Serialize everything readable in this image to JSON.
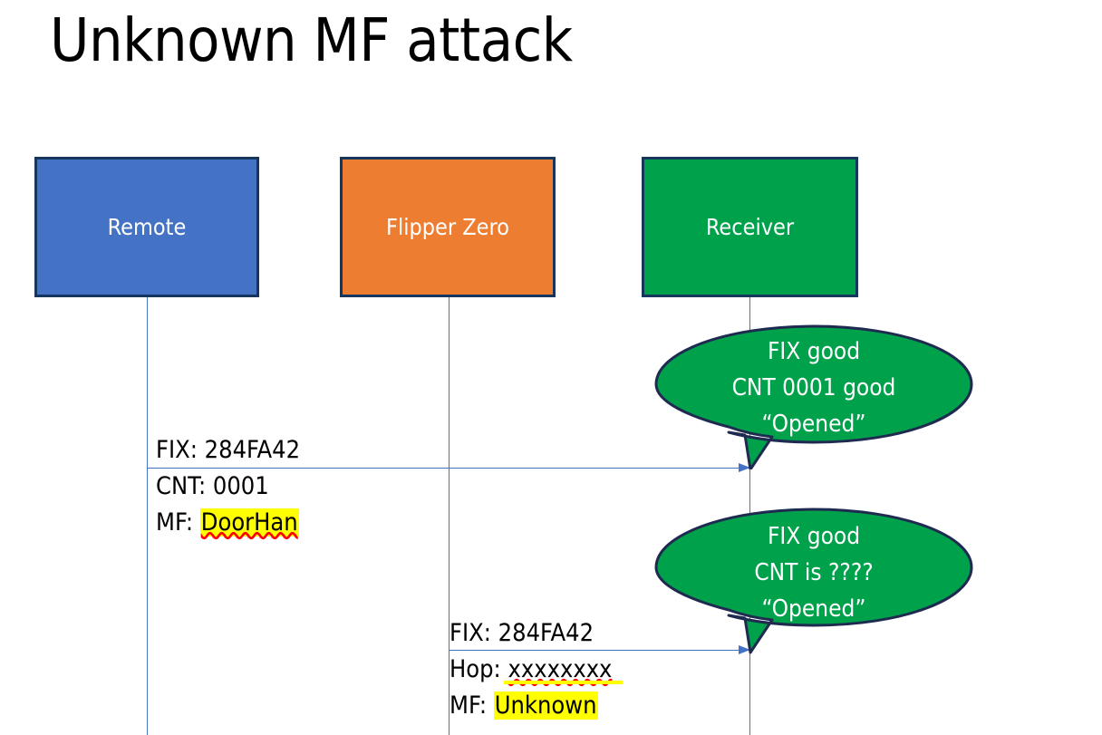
{
  "slide": {
    "title": "Unknown MF attack",
    "background_color": "#FFFFFF"
  },
  "colors": {
    "remote_box": "#4472C4",
    "flipper_box": "#ED7D31",
    "receiver_box": "#00A14B",
    "box_border": "#17365D",
    "lifeline": "#4472C4",
    "arrow": "#4472C4",
    "callout_fill": "#00A14B",
    "callout_border": "#1F2A50",
    "highlight": "#FFFF00",
    "spellcheck_underline": "#FF0000",
    "text": "#000000",
    "box_text": "#FFFFFF"
  },
  "actors": [
    {
      "id": "remote",
      "label": "Remote"
    },
    {
      "id": "flipper",
      "label": "Flipper Zero"
    },
    {
      "id": "receiver",
      "label": "Receiver"
    }
  ],
  "messages": [
    {
      "id": "msg1",
      "from": "remote",
      "to": "receiver",
      "lines": [
        {
          "label": "FIX: 284FA42",
          "highlighted": false
        },
        {
          "label": "CNT: 0001",
          "highlighted": false
        },
        {
          "prefix": "MF: ",
          "value": "DoorHan",
          "highlighted": true,
          "spellcheck": true
        }
      ]
    },
    {
      "id": "msg2",
      "from": "flipper",
      "to": "receiver",
      "lines": [
        {
          "label": "FIX: 284FA42",
          "highlighted": false
        },
        {
          "prefix": "Hop: ",
          "value": "xxxxxxxx",
          "highlighted": false,
          "spellcheck": true
        },
        {
          "prefix": "MF: ",
          "value": "Unknown",
          "highlighted": true,
          "spellcheck": false
        }
      ]
    }
  ],
  "callouts": [
    {
      "id": "callout1",
      "attached_to": "receiver",
      "lines": [
        "FIX good",
        "CNT 0001 good",
        "“Opened”"
      ]
    },
    {
      "id": "callout2",
      "attached_to": "receiver",
      "lines": [
        "FIX good",
        "CNT is ????",
        "“Opened”"
      ]
    }
  ]
}
